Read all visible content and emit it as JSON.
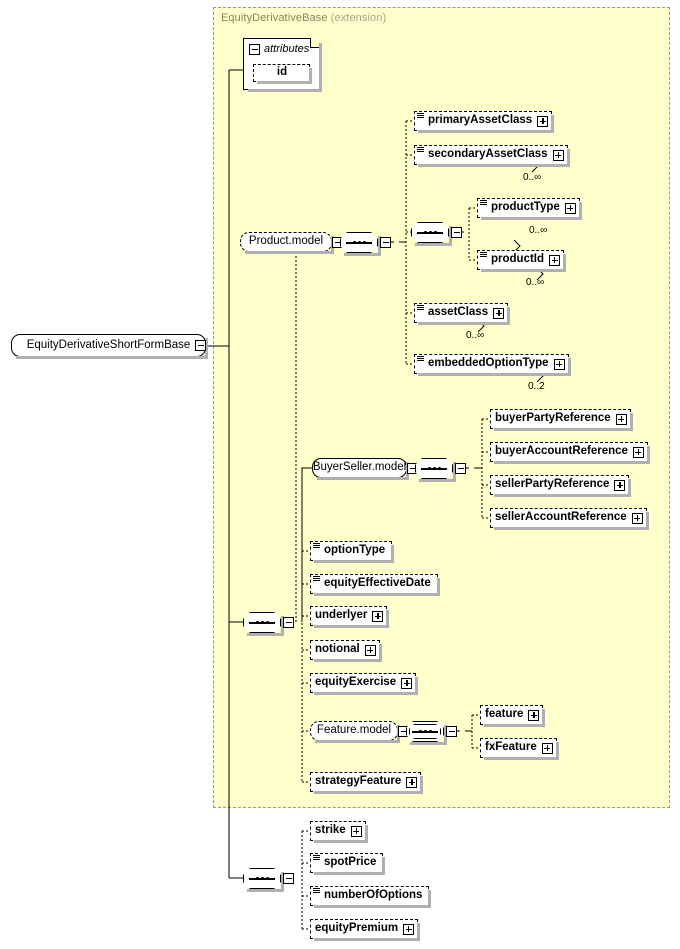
{
  "diagram": {
    "type": "xml-schema-diagram",
    "root": {
      "label": "EquityDerivativeShortFormBase",
      "toggle": "minus"
    },
    "panel": {
      "title": "EquityDerivativeBase",
      "title_suffix": "(extension)",
      "fill": "#ffffcc",
      "border": "#a09a6a"
    },
    "attributes": {
      "header": "attributes",
      "toggle": "minus",
      "items": [
        {
          "label": "id",
          "optional": true
        }
      ]
    },
    "groups": {
      "product_model": {
        "label": "Product.model",
        "optional": true,
        "toggle": "minus"
      },
      "buyerseller_model": {
        "label": "BuyerSeller.model",
        "optional": false,
        "toggle": "minus"
      },
      "feature_model": {
        "label": "Feature.model",
        "optional": true,
        "toggle": "minus"
      }
    },
    "connectors": {
      "product_seq": {
        "kind": "sequence",
        "toggle": "minus"
      },
      "product_inner_seq": {
        "kind": "sequence",
        "toggle": "minus"
      },
      "buyerseller_seq": {
        "kind": "sequence",
        "toggle": "minus"
      },
      "main_seq": {
        "kind": "sequence",
        "toggle": "minus"
      },
      "feature_choice": {
        "kind": "choice",
        "toggle": "minus"
      },
      "bottom_seq": {
        "kind": "sequence",
        "toggle": "minus"
      }
    },
    "elements": {
      "primaryAssetClass": {
        "label": "primaryAssetClass",
        "optional": true,
        "expand": "plus",
        "seq_icon": true,
        "cardinality": ""
      },
      "secondaryAssetClass": {
        "label": "secondaryAssetClass",
        "optional": true,
        "expand": "plus",
        "seq_icon": true,
        "cardinality": "0..∞"
      },
      "productType": {
        "label": "productType",
        "optional": true,
        "expand": "plus",
        "seq_icon": true,
        "cardinality": "0..∞"
      },
      "productId": {
        "label": "productId",
        "optional": true,
        "expand": "plus",
        "seq_icon": true,
        "cardinality": "0..∞"
      },
      "assetClass": {
        "label": "assetClass",
        "optional": true,
        "expand": "plus",
        "seq_icon": true,
        "cardinality": "0..∞"
      },
      "embeddedOptionType": {
        "label": "embeddedOptionType",
        "optional": true,
        "expand": "plus",
        "seq_icon": true,
        "cardinality": "0..2"
      },
      "buyerPartyReference": {
        "label": "buyerPartyReference",
        "optional": true,
        "expand": "plus",
        "seq_icon": false,
        "cardinality": ""
      },
      "buyerAccountReference": {
        "label": "buyerAccountReference",
        "optional": true,
        "expand": "plus",
        "seq_icon": false,
        "cardinality": ""
      },
      "sellerPartyReference": {
        "label": "sellerPartyReference",
        "optional": true,
        "expand": "plus",
        "seq_icon": false,
        "cardinality": ""
      },
      "sellerAccountReference": {
        "label": "sellerAccountReference",
        "optional": true,
        "expand": "plus",
        "seq_icon": false,
        "cardinality": ""
      },
      "optionType": {
        "label": "optionType",
        "optional": true,
        "expand": "none",
        "seq_icon": true,
        "cardinality": ""
      },
      "equityEffectiveDate": {
        "label": "equityEffectiveDate",
        "optional": true,
        "expand": "none",
        "seq_icon": true,
        "cardinality": ""
      },
      "underlyer": {
        "label": "underlyer",
        "optional": true,
        "expand": "plus",
        "seq_icon": false,
        "cardinality": ""
      },
      "notional": {
        "label": "notional",
        "optional": true,
        "expand": "plus",
        "seq_icon": false,
        "cardinality": ""
      },
      "equityExercise": {
        "label": "equityExercise",
        "optional": true,
        "expand": "plus",
        "seq_icon": false,
        "cardinality": ""
      },
      "feature": {
        "label": "feature",
        "optional": true,
        "expand": "plus",
        "seq_icon": false,
        "cardinality": ""
      },
      "fxFeature": {
        "label": "fxFeature",
        "optional": true,
        "expand": "plus",
        "seq_icon": false,
        "cardinality": ""
      },
      "strategyFeature": {
        "label": "strategyFeature",
        "optional": true,
        "expand": "plus",
        "seq_icon": false,
        "cardinality": ""
      },
      "strike": {
        "label": "strike",
        "optional": true,
        "expand": "plus",
        "seq_icon": false,
        "cardinality": ""
      },
      "spotPrice": {
        "label": "spotPrice",
        "optional": true,
        "expand": "none",
        "seq_icon": true,
        "cardinality": ""
      },
      "numberOfOptions": {
        "label": "numberOfOptions",
        "optional": true,
        "expand": "none",
        "seq_icon": true,
        "cardinality": ""
      },
      "equityPremium": {
        "label": "equityPremium",
        "optional": true,
        "expand": "plus",
        "seq_icon": false,
        "cardinality": ""
      }
    }
  }
}
